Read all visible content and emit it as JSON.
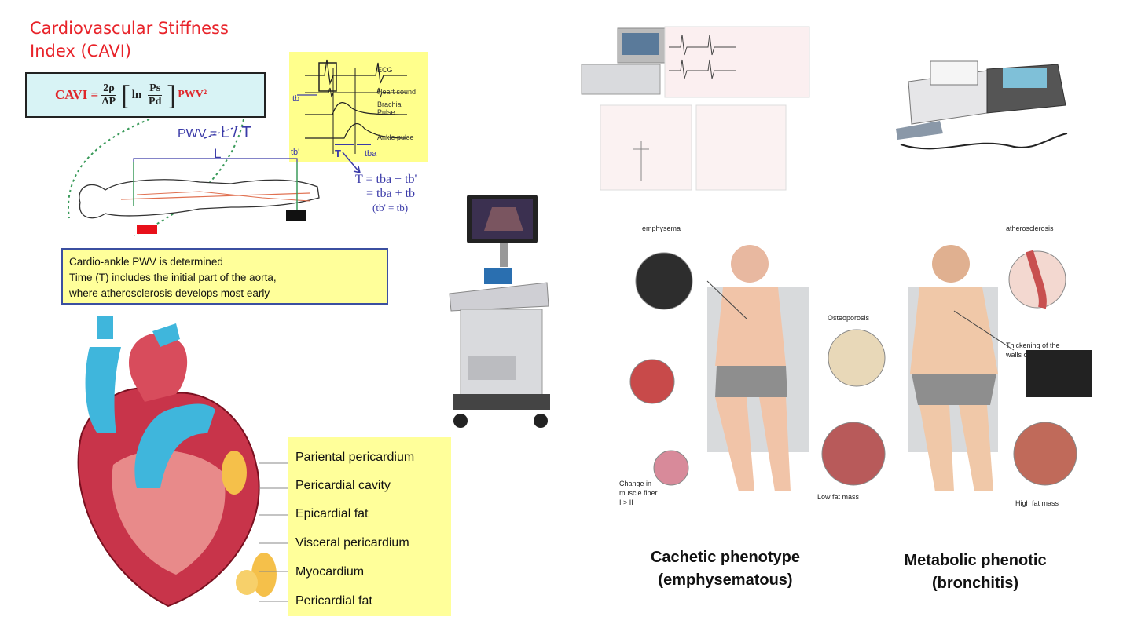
{
  "cavi": {
    "title_line1": "Cardiovascular Stiffness",
    "title_line2": "Index (CAVI)",
    "formula_lhs": "CAVI =",
    "frac1_num": "2ρ",
    "frac1_den": "ΔP",
    "ln": "ln",
    "frac2_num": "Ps",
    "frac2_den": "Pd",
    "pwv_sq": "PWV²",
    "pwv_label": "PWV =",
    "pwv_expr": "L / T",
    "L_label": "L",
    "t_eq_line1": "T = tba + tb'",
    "t_eq_line2": "= tba + tb",
    "t_eq_line3": "(tb' = tb)",
    "ecg_labels": [
      "ECG",
      "Heart sound",
      "Brachial",
      "Pulse",
      "Ankle pulse"
    ],
    "tick_labels": [
      "tb",
      "tb'",
      "T",
      "tba"
    ],
    "note_lines": [
      "Cardio-ankle PWV is determined",
      "Time (T) includes the initial part of the aorta,",
      "where atherosclerosis develops most early"
    ]
  },
  "heart_layers": [
    "Pariental pericardium",
    "Pericardial cavity",
    "Epicardial fat",
    "Visceral pericardium",
    "Myocardium",
    "Pericardial fat"
  ],
  "phenotypes": {
    "left_labels": {
      "emphysema": "emphysema",
      "osteoporosis": "Osteoporosis",
      "muscle": "Change in\nmuscle fiber\nI > II",
      "low_fat": "Low fat mass"
    },
    "right_labels": {
      "atherosclerosis": "atherosclerosis",
      "bronchi": "Thickening of the\nwalls of the bronchi",
      "high_fat": "High fat mass"
    },
    "caption_left_1": "Cachetic phenotype",
    "caption_left_2": "(emphysematous)",
    "caption_right_1": "Metabolic phenotic",
    "caption_right_2": "(bronchitis)"
  },
  "colors": {
    "title_red": "#e8232a",
    "formula_bg": "#d8f3f5",
    "yellow_panel": "#ffff9a",
    "pwv_blue": "#3a3aa8",
    "vein_blue": "#3fb6dc",
    "heart_red": "#c8344a"
  }
}
